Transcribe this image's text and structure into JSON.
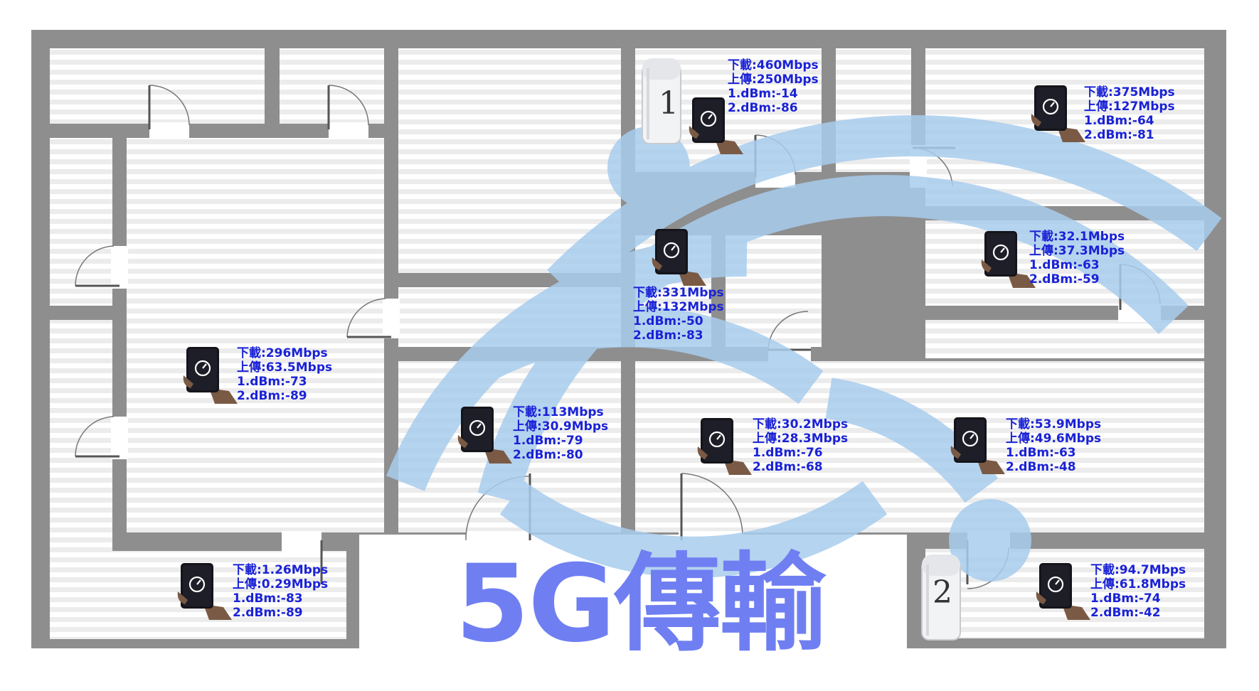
{
  "title": "5G傳輸",
  "colors": {
    "wall": "#8e8e8e",
    "floor_stripe": "#ececec",
    "signal": "#a9cdee",
    "text": "#1a22d6",
    "title": "#6f7ff2"
  },
  "routers": [
    {
      "label": "1"
    },
    {
      "label": "2"
    }
  ],
  "measurements": [
    {
      "download": "下載:460Mbps",
      "upload": "上傳:250Mbps",
      "dbm1": "1.dBm:-14",
      "dbm2": "2.dBm:-86"
    },
    {
      "download": "下載:375Mbps",
      "upload": "上傳:127Mbps",
      "dbm1": "1.dBm:-64",
      "dbm2": "2.dBm:-81"
    },
    {
      "download": "下載:32.1Mbps",
      "upload": "上傳:37.3Mbps",
      "dbm1": "1.dBm:-63",
      "dbm2": "2.dBm:-59"
    },
    {
      "download": "下載:331Mbps",
      "upload": "上傳:132Mbps",
      "dbm1": "1.dBm:-50",
      "dbm2": "2.dBm:-83"
    },
    {
      "download": "下載:296Mbps",
      "upload": "上傳:63.5Mbps",
      "dbm1": "1.dBm:-73",
      "dbm2": "2.dBm:-89"
    },
    {
      "download": "下載:113Mbps",
      "upload": "上傳:30.9Mbps",
      "dbm1": "1.dBm:-79",
      "dbm2": "2.dBm:-80"
    },
    {
      "download": "下載:30.2Mbps",
      "upload": "上傳:28.3Mbps",
      "dbm1": "1.dBm:-76",
      "dbm2": "2.dBm:-68"
    },
    {
      "download": "下載:53.9Mbps",
      "upload": "上傳:49.6Mbps",
      "dbm1": "1.dBm:-63",
      "dbm2": "2.dBm:-48"
    },
    {
      "download": "下載:1.26Mbps",
      "upload": "上傳:0.29Mbps",
      "dbm1": "1.dBm:-83",
      "dbm2": "2.dBm:-89"
    },
    {
      "download": "下載:94.7Mbps",
      "upload": "上傳:61.8Mbps",
      "dbm1": "1.dBm:-74",
      "dbm2": "2.dBm:-42"
    }
  ]
}
